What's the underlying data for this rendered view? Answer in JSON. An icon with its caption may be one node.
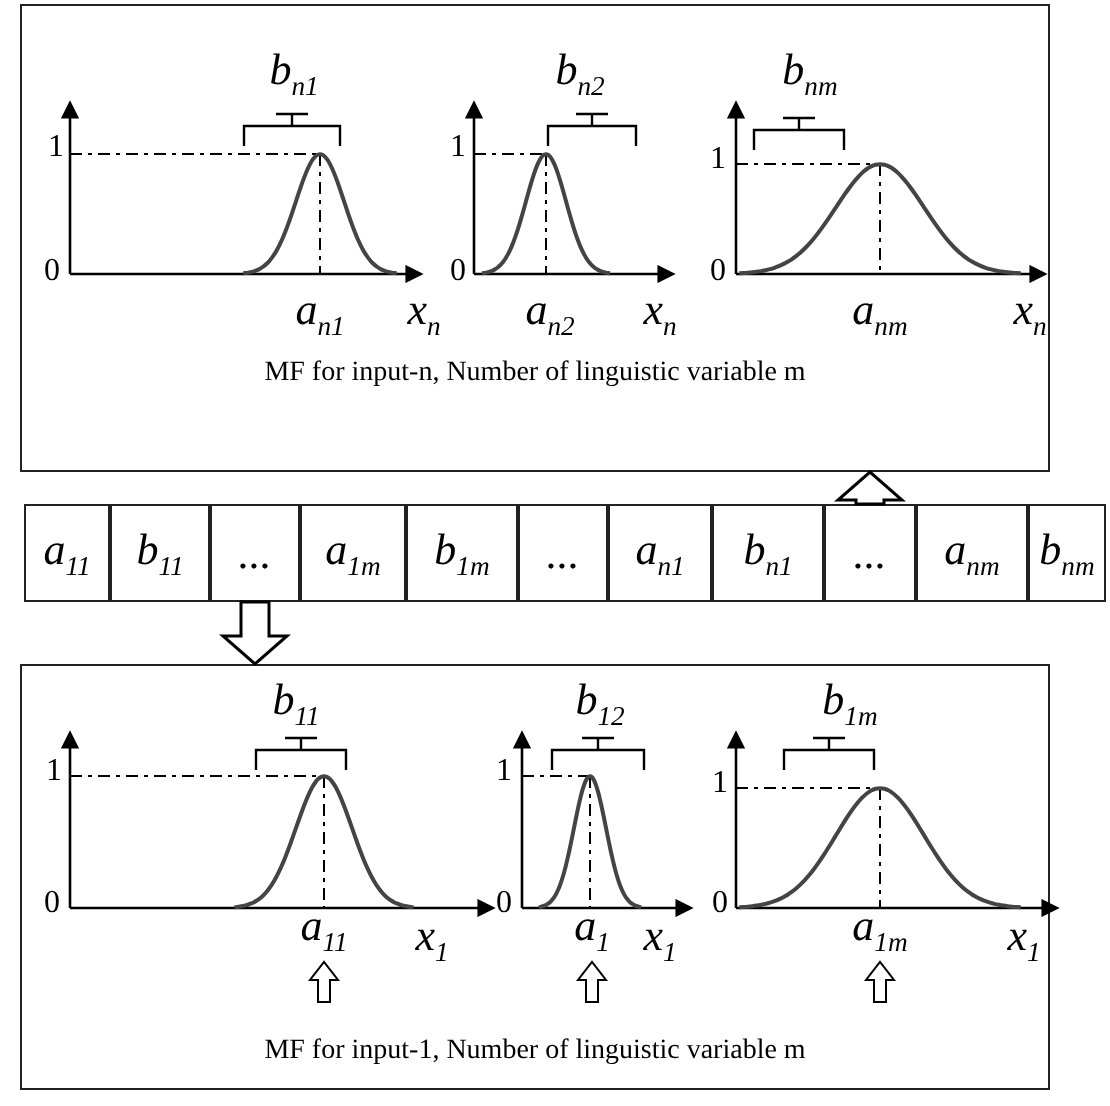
{
  "diagram": {
    "nodes": [
      {
        "text": [
          "MF for input-n, Number of linguistic variable m"
        ]
      },
      {
        "text": [
          "a$_{11}$"
        ]
      },
      {
        "text": [
          "b$_{11}$"
        ]
      },
      {
        "text": [
          "..."
        ]
      },
      {
        "text": [
          "a$_{1m}$"
        ]
      },
      {
        "text": [
          "b$_{1m}$"
        ]
      },
      {
        "text": [
          "..."
        ]
      },
      {
        "text": [
          "a$_{n1}$"
        ]
      },
      {
        "text": [
          "b$_{n1}$"
        ]
      },
      {
        "text": [
          "..."
        ]
      },
      {
        "text": [
          "a$_{nm}$"
        ]
      },
      {
        "text": [
          "b$_{nm}$"
        ]
      },
      {
        "text": [
          "MF for input-1, Number of linguistic variable m"
        ]
      }
    ],
    "edges": [
      {
        "from": 3,
        "to": 12,
        "arrow": "to"
      },
      {
        "from": 9,
        "to": 0,
        "arrow": "to"
      }
    ],
    "labels": [
      "b$_{n1}$",
      "1",
      "0",
      "a$_{n1}$",
      "x$_{n}$",
      "b$_{n2}$",
      "1",
      "0",
      "a$_{n2}$",
      "x$_{n}$",
      "b$_{nm}$",
      "1",
      "0",
      "a$_{nm}$",
      "x$_{n}$",
      "b$_{11}$",
      "1",
      "0",
      "a$_{11}$",
      "x$_{1}$",
      "b$_{12}$",
      "1",
      "0",
      "a$_{1}$",
      "x$_{1}$",
      "b$_{1m}$",
      "1",
      "0",
      "a$_{1m}$",
      "x$_{1}$"
    ]
  }
}
